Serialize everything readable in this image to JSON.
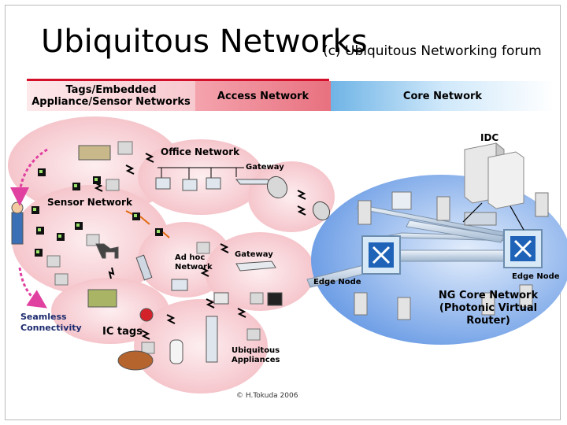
{
  "title": "Ubiquitous Networks",
  "subtitle": "(c) Ubiquitous Networking forum",
  "bands": {
    "tags": "Tags/Embedded Appliance/Sensor Networks",
    "access": "Access Network",
    "core": "Core Network"
  },
  "labels": {
    "idc": "IDC",
    "office_network": "Office Network",
    "gateway_top": "Gateway",
    "sensor_network": "Sensor Network",
    "ad_hoc_network": "Ad hoc Network",
    "gateway_mid": "Gateway",
    "edge_node_left": "Edge Node",
    "edge_node_right": "Edge Node",
    "ng_core_network": "NG Core Network (Photonic Virtual Router)",
    "seamless_connectivity": "Seamless Connectivity",
    "ic_tags": "IC tags",
    "ubiquitous_appliances": "Ubiquitous Appliances"
  },
  "copyright": "© H.Tokuda 2006",
  "colors": {
    "pink_zone": "#f8dde0",
    "core_blue": "#6f9fe6",
    "accent_red": "#d40f2a",
    "magenta_arrow": "#e040a0",
    "orange_link": "#e06a10"
  }
}
